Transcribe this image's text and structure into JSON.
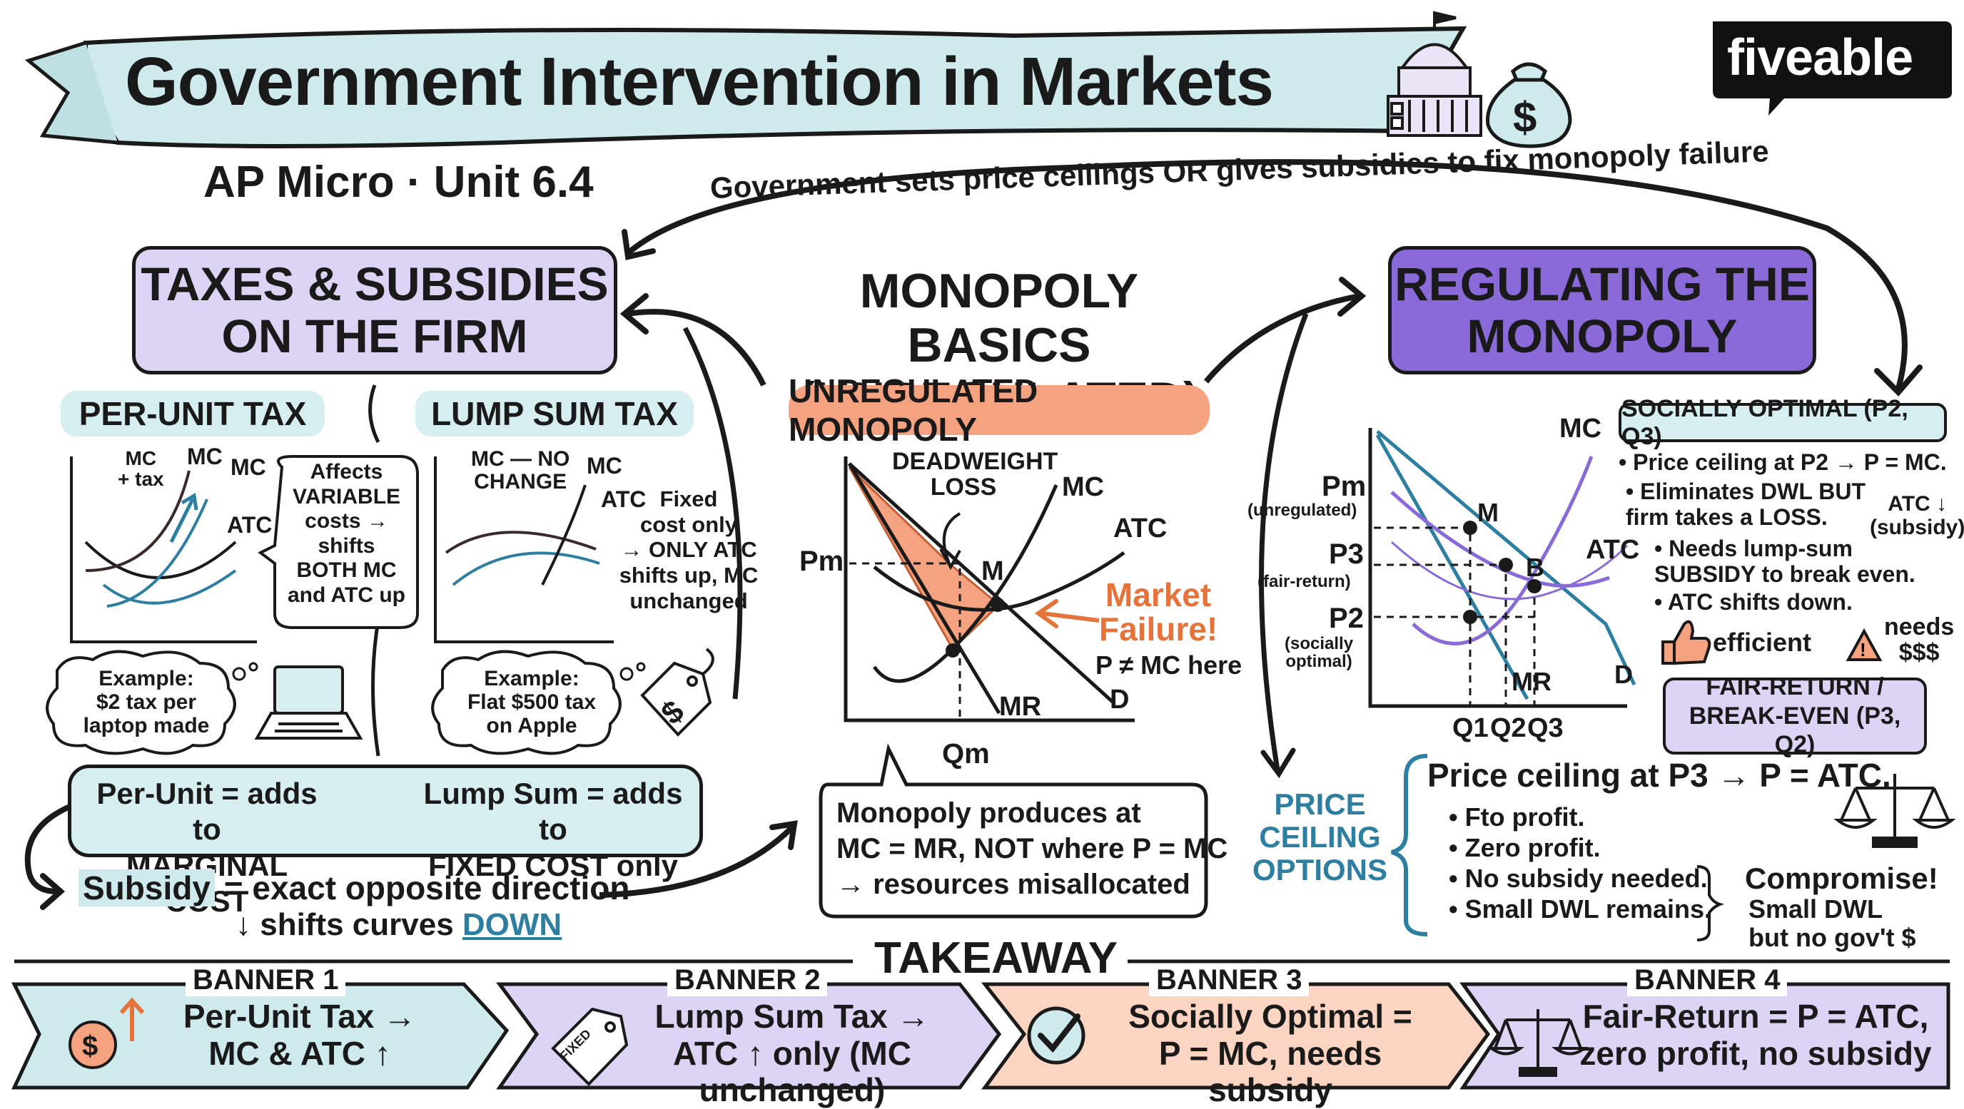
{
  "title": "Government Intervention in Markets",
  "brand": "fiveable",
  "subtitle": "AP Micro · Unit 6.4",
  "arc_caption": "Government sets price ceilings OR gives subsidies to fix monopoly failure",
  "colors": {
    "title_band": "#cfeaec",
    "purple_light": "#ddd3f5",
    "purple_dark": "#8a6ad8",
    "salmon": "#f4a27f",
    "teal": "#2c7fa0",
    "teal_light": "#d7eef1",
    "orange": "#e5733a"
  },
  "left": {
    "heading": "TAXES & SUBSIDIES\nON THE FIRM",
    "per_unit": {
      "label": "PER-UNIT TAX",
      "curve_labels": [
        "MC\n+ tax",
        "MC",
        "MC",
        "ATC"
      ],
      "note": "Affects\nVARIABLE\ncosts → shifts\nBOTH MC\nand ATC up",
      "example": "Example:\n$2 tax per\nlaptop made",
      "example_icon": "laptop-icon"
    },
    "lump_sum": {
      "label": "LUMP SUM TAX",
      "curve_labels": [
        "MC — NO\nCHANGE",
        "MC",
        "ATC"
      ],
      "note": "Fixed\ncost only\n→ ONLY ATC\nshifts up, MC\nunchanged",
      "example": "Example:\nFlat $500 tax\non Apple",
      "example_icon": "price-tag-icon"
    },
    "compare": {
      "left": "Per-Unit = adds to\nMARGINAL COST",
      "right": "Lump Sum = adds to\nFIXED COST only"
    },
    "subsidy": {
      "word": "Subsidy",
      "rest": " = exact opposite direction",
      "line2_prefix": "↓ shifts curves ",
      "line2_emph": "DOWN"
    }
  },
  "center": {
    "heading": "MONOPOLY BASICS\n(UNREGULATED)",
    "tag": "UNREGULATED MONOPOLY",
    "graph": {
      "labels": {
        "dwl": "DEADWEIGHT\nLOSS",
        "mc": "MC",
        "atc": "ATC",
        "pm": "Pm",
        "m": "M",
        "mr": "MR",
        "d": "D",
        "qm": "Qm"
      },
      "failure": "Market\nFailure!",
      "failure_note": "P ≠ MC here"
    },
    "bubble": "Monopoly produces at\nMC = MR, NOT where P = MC\n→ resources misallocated"
  },
  "right": {
    "heading": "REGULATING THE\nMONOPOLY",
    "graph": {
      "labels": {
        "mc": "MC",
        "atc": "ATC",
        "mr": "MR",
        "d": "D",
        "m": "M",
        "b": "B",
        "pm": "Pm",
        "pm_note": "(unregulated)",
        "p3": "P3",
        "p3_note": "(fair-return)",
        "p2": "P2",
        "p2_note": "(socially\noptimal)",
        "q1": "Q1",
        "q2": "Q2",
        "q3": "Q3"
      }
    },
    "socially_optimal": {
      "tag": "SOCIALLY OPTIMAL (P2, Q3)",
      "bullets": [
        "• Price ceiling at P2 → P = MC.",
        "• Eliminates DWL BUT\n   firm takes a LOSS.",
        "• Needs lump-sum\n   SUBSIDY to break even.",
        "• ATC shifts down."
      ],
      "atc_note": "ATC ↓\n(subsidy)",
      "efficient": "efficient",
      "needs": "needs\n$$$"
    },
    "fair_return": {
      "tag": "FAIR-RETURN /\nBREAK-EVEN (P3, Q2)",
      "options_label": "PRICE\nCEILING\nOPTIONS",
      "headline": "Price ceiling at P3 → P = ATC.",
      "bullets": [
        "• Fto profit.",
        "• Zero profit.",
        "• No subsidy needed.",
        "• Small DWL remains."
      ],
      "compromise": "Compromise!",
      "compromise_note": "Small DWL\nbut no gov't $"
    }
  },
  "takeaway": {
    "heading": "TAKEAWAY",
    "banners": [
      {
        "label": "BANNER 1",
        "text": "Per-Unit Tax →\nMC & ATC ↑",
        "icon": "coin-up-arrow-icon"
      },
      {
        "label": "BANNER 2",
        "text": "Lump Sum Tax →\nATC ↑ only (MC unchanged)",
        "icon": "fixed-tag-icon",
        "icon_text": "FIXED"
      },
      {
        "label": "BANNER 3",
        "text": "Socially Optimal =\nP = MC, needs subsidy",
        "icon": "checkmark-icon"
      },
      {
        "label": "BANNER 4",
        "text": "Fair-Return = P = ATC,\nzero profit, no subsidy",
        "icon": "scales-icon"
      }
    ]
  }
}
